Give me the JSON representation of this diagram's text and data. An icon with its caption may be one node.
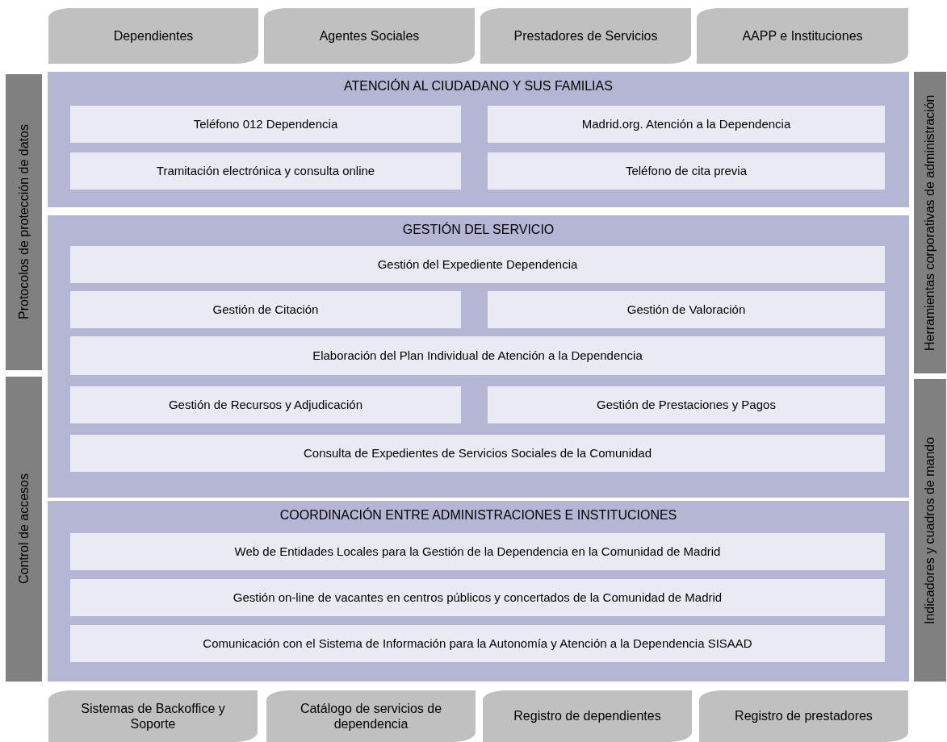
{
  "diagram": {
    "nodes": [
      {
        "text": [
          "Dependientes"
        ]
      },
      {
        "text": [
          "Agentes Sociales"
        ]
      },
      {
        "text": [
          "Prestadores de Servicios"
        ]
      },
      {
        "text": [
          "AAPP e Instituciones"
        ]
      },
      {
        "text": [
          "Protocolos de protección de datos"
        ]
      },
      {
        "text": [
          "Control de accesos"
        ]
      },
      {
        "text": [
          "Herramientas corporativas de administración"
        ]
      },
      {
        "text": [
          "Indicadores y cuadros de mando"
        ]
      },
      {
        "text": [
          "ATENCIÓN AL CIUDADANO Y SUS FAMILIAS"
        ]
      },
      {
        "text": [
          "Teléfono 012 Dependencia"
        ],
        "in": 8
      },
      {
        "text": [
          "Madrid.org. Atención a la Dependencia"
        ],
        "in": 8
      },
      {
        "text": [
          "Tramitación electrónica y consulta online"
        ],
        "in": 8
      },
      {
        "text": [
          "Teléfono de cita previa"
        ],
        "in": 8
      },
      {
        "text": [
          "GESTIÓN DEL SERVICIO"
        ]
      },
      {
        "text": [
          "Gestión del Expediente Dependencia"
        ],
        "in": 13
      },
      {
        "text": [
          "Gestión de Citación"
        ],
        "in": 13
      },
      {
        "text": [
          "Gestión de Valoración"
        ],
        "in": 13
      },
      {
        "text": [
          "Elaboración del Plan Individual de Atención a la Dependencia"
        ],
        "in": 13
      },
      {
        "text": [
          "Gestión de Recursos y Adjudicación"
        ],
        "in": 13
      },
      {
        "text": [
          "Gestión de Prestaciones y Pagos"
        ],
        "in": 13
      },
      {
        "text": [
          "Consulta de Expedientes de Servicios Sociales de la Comunidad"
        ],
        "in": 13
      },
      {
        "text": [
          "COORDINACIÓN ENTRE ADMINISTRACIONES E INSTITUCIONES"
        ]
      },
      {
        "text": [
          "Web de Entidades Locales para la Gestión de la Dependencia en la Comunidad de Madrid"
        ],
        "in": 21
      },
      {
        "text": [
          "Gestión on-line de vacantes en centros públicos y concertados de la Comunidad de Madrid"
        ],
        "in": 21
      },
      {
        "text": [
          "Comunicación con el Sistema de Información para la Autonomía y Atención a la Dependencia SISAAD"
        ],
        "in": 21
      },
      {
        "text": [
          "Sistemas de Backoffice y Soporte"
        ]
      },
      {
        "text": [
          "Catálogo de servicios de dependencia"
        ]
      },
      {
        "text": [
          "Registro de dependientes"
        ]
      },
      {
        "text": [
          "Registro de prestadores"
        ]
      }
    ]
  }
}
